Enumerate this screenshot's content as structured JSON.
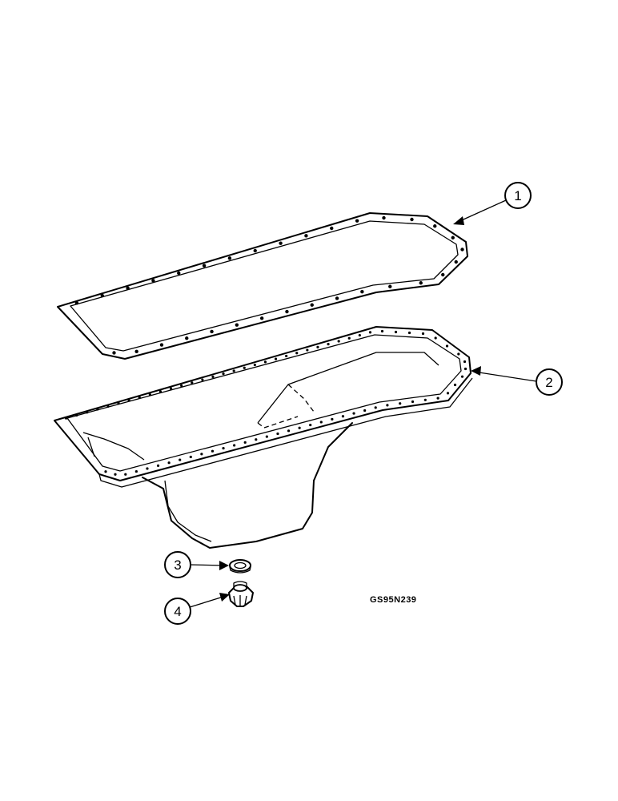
{
  "figure": {
    "reference_code": "GS95N239",
    "callouts": [
      {
        "number": "1",
        "part": "pan-gasket"
      },
      {
        "number": "2",
        "part": "oil-pan"
      },
      {
        "number": "3",
        "part": "drain-plug-washer"
      },
      {
        "number": "4",
        "part": "drain-plug"
      }
    ]
  }
}
